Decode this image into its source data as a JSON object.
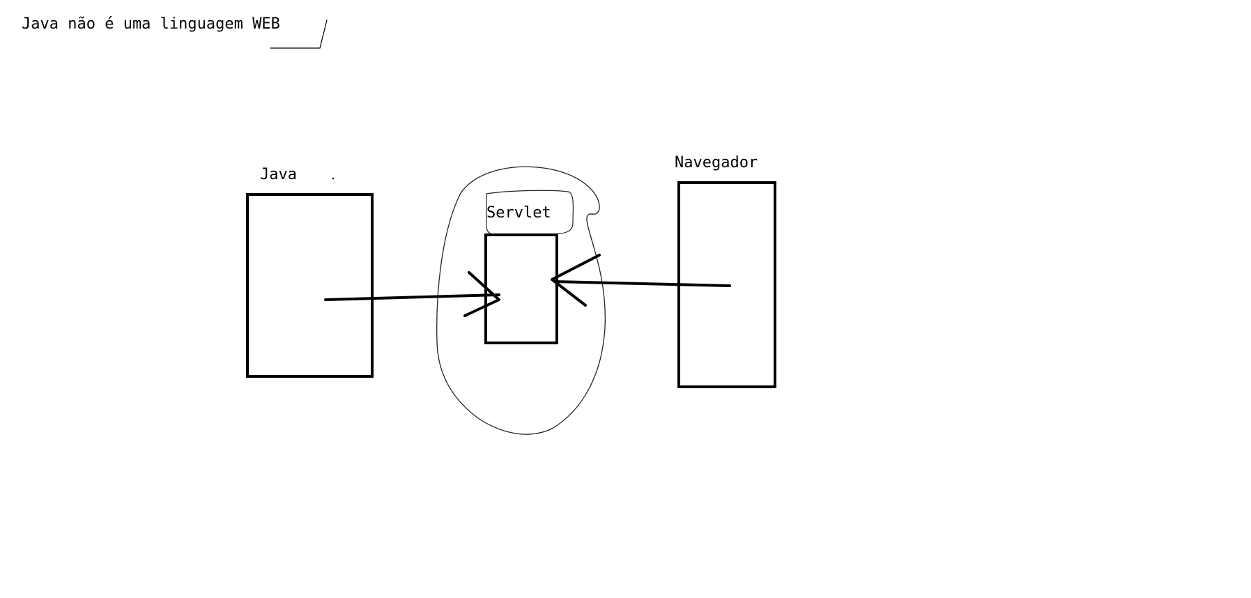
{
  "diagram": {
    "title": "Java não é uma linguagem WEB",
    "nodes": [
      {
        "id": "java",
        "label": "Java"
      },
      {
        "id": "servlet",
        "label": "Servlet"
      },
      {
        "id": "navegador",
        "label": "Navegador"
      }
    ],
    "edges": [
      {
        "from": "java",
        "to": "servlet"
      },
      {
        "from": "navegador",
        "to": "servlet"
      }
    ],
    "colors": {
      "ink": "#000000",
      "background": "#ffffff"
    }
  }
}
